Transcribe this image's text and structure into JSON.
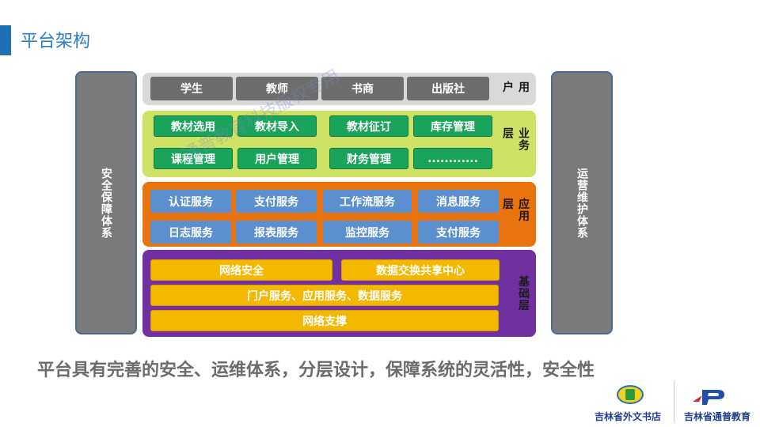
{
  "page_title": "平台架构",
  "side_left": "安全保障体系",
  "side_right": "运营维护体系",
  "layers": {
    "user": {
      "label": "用户",
      "items": [
        "学生",
        "教师",
        "书商",
        "出版社"
      ],
      "color": "#d9d9d9"
    },
    "business": {
      "label": "业务层",
      "items": [
        "教材选用",
        "教材导入",
        "教材征订",
        "库存管理",
        "课程管理",
        "用户管理",
        "财务管理",
        "............"
      ],
      "color": "#d0e266"
    },
    "application": {
      "label": "应用层",
      "items": [
        "认证服务",
        "支付服务",
        "工作流服务",
        "消息服务",
        "日志服务",
        "报表服务",
        "监控服务",
        "支付服务"
      ],
      "color": "#e8730f"
    },
    "base": {
      "label": "基础层",
      "items": [
        "网络安全",
        "数据交换共享中心",
        "门户服务、应用服务、数据服务",
        "网络支撑"
      ],
      "color": "#7030a0"
    }
  },
  "summary": "平台具有完善的安全、运维体系，分层设计，保障系统的灵活性，安全性",
  "watermark": "通普教育科技版权专用",
  "brands": {
    "left": "吉林省外文书店",
    "right": "吉林省通普教育"
  }
}
